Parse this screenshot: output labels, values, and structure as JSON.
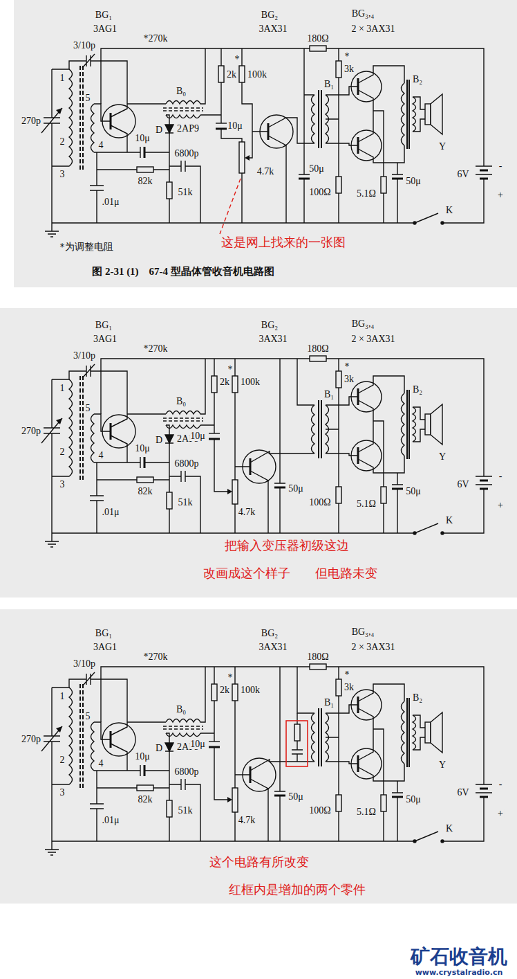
{
  "diagram": {
    "caption": "图 2-31 (1)　67-4 型晶体管收音机电路图",
    "labels": [
      "BG₁",
      "3AG1",
      "*270k",
      "BG₂",
      "3AX31",
      "BG₃,₄",
      "2 × 3AX31",
      "3/10p",
      "270p",
      "1",
      "5",
      "2",
      "4",
      "3",
      "B₀",
      "D",
      "2AP9",
      "10μ",
      "6800p",
      "82k",
      "51k",
      ".01μ",
      "2k",
      "*",
      "100k",
      "10μ",
      "4.7k",
      "180Ω",
      "*",
      "3k",
      "B₁",
      "B₂",
      "Y",
      "50μ",
      "100Ω",
      "5.1Ω",
      "50μ",
      "6V",
      "-",
      "+",
      "K",
      "*为调整电阻",
      "这是网上找来的一张图",
      "BG₁",
      "3AG1",
      "*270k",
      "BG₂",
      "3AX31",
      "BG₃,₄",
      "2 × 3AX31",
      "3/10p",
      "270p",
      "1",
      "5",
      "2",
      "4",
      "3",
      "B₀",
      "D",
      "2AP9",
      "10μ",
      "6800p",
      "82k",
      "51k",
      ".01μ",
      "2k",
      "*",
      "100k",
      "10μ",
      "4.7k",
      "180Ω",
      "*",
      "3k",
      "B₁",
      "B₂",
      "Y",
      "50μ",
      "100Ω",
      "5.1Ω",
      "50μ",
      "6V",
      "-",
      "+",
      "K",
      "把输入变压器初级这边",
      "改画成这个样子　　但电路未变",
      "BG₁",
      "3AG1",
      "*270k",
      "BG₂",
      "3AX31",
      "BG₃,₄",
      "2 × 3AX31",
      "3/10p",
      "270p",
      "1",
      "5",
      "2",
      "4",
      "3",
      "B₀",
      "D",
      "2AP9",
      "10μ",
      "6800p",
      "82k",
      "51k",
      ".01μ",
      "2k",
      "*",
      "100k",
      "10μ",
      "4.7k",
      "180Ω",
      "*",
      "3k",
      "B₁",
      "B₂",
      "Y",
      "50μ",
      "100Ω",
      "5.1Ω",
      "50μ",
      "6V",
      "-",
      "+",
      "K",
      "这个电路有所改变",
      "红框内是增加的两个零件",
      "矿石收音机",
      "www.crystalradio.cn"
    ]
  }
}
